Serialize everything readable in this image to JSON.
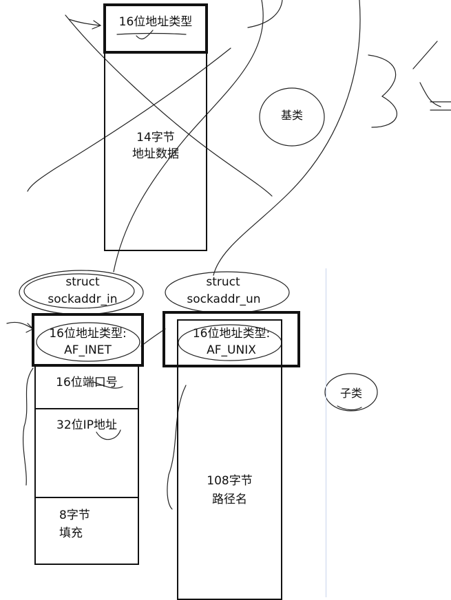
{
  "base": {
    "type_field": "16位地址类型",
    "data_field_line1": "14字节",
    "data_field_line2": "地址数据",
    "note": "基类"
  },
  "sockaddr_in": {
    "name_line1": "struct",
    "name_line2": "sockaddr_in",
    "type_line1": "16位地址类型:",
    "type_line2": "AF_INET",
    "port": "16位端口号",
    "ip": "32位IP地址",
    "pad_line1": "8字节",
    "pad_line2": "填充"
  },
  "sockaddr_un": {
    "name_line1": "struct",
    "name_line2": "sockaddr_un",
    "type_line1": "16位地址类型:",
    "type_line2": "AF_UNIX",
    "path_line1": "108字节",
    "path_line2": "路径名"
  },
  "subclass_note": "子类"
}
